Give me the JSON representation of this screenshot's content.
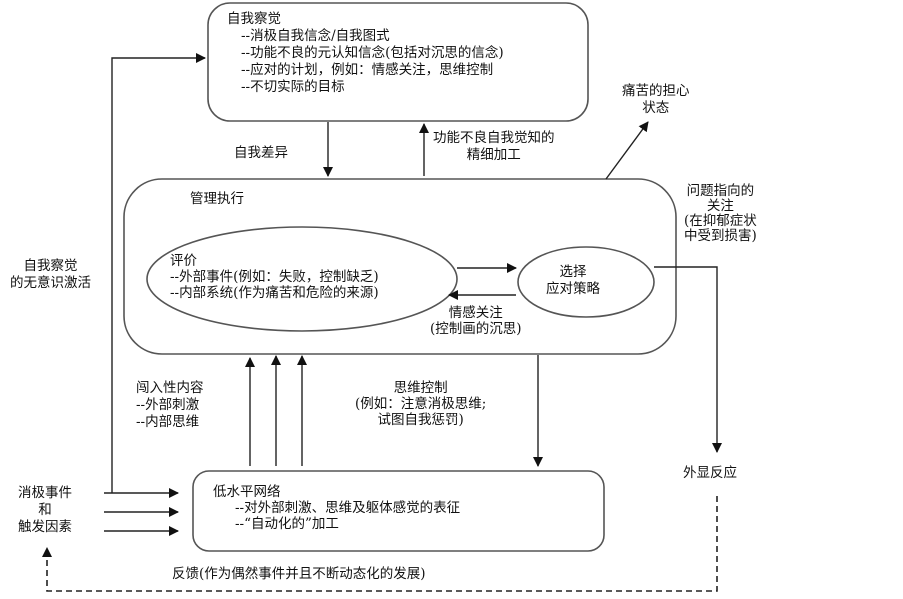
{
  "self_awareness": {
    "title": "自我察觉",
    "items": [
      "--消极自我信念/自我图式",
      "--功能不良的元认知信念(包括对沉思的信念)",
      "--应对的计划，例如：情感关注，思维控制",
      "--不切实际的目标"
    ]
  },
  "edge_self_discrepancy": "自我差异",
  "edge_elaboration": [
    "功能不良自我觉知的",
    "精细加工"
  ],
  "distress_state": [
    "痛苦的担心",
    "状态"
  ],
  "problem_focus": [
    "问题指向的",
    "关注",
    "(在抑郁症状",
    "中受到损害)"
  ],
  "executive": {
    "title": "管理执行",
    "appraisal": {
      "title": "评价",
      "items": [
        "--外部事件(例如：失败，控制缺乏)",
        "--内部系统(作为痛苦和危险的来源)"
      ]
    },
    "coping": [
      "选择",
      "应对策略"
    ],
    "emotion_focus": [
      "情感关注",
      "(控制画的沉思)"
    ]
  },
  "unconscious_activation": [
    "自我察觉",
    "的无意识激活"
  ],
  "intrusive": {
    "title": "闯入性内容",
    "items": [
      "--外部刺激",
      "--内部思维"
    ]
  },
  "thought_control": [
    "思维控制",
    "(例如：注意消极思维;",
    "试图自我惩罚)"
  ],
  "overt_response": "外显反应",
  "low_level": {
    "title": "低水平网络",
    "items": [
      "--对外部刺激、思维及躯体感觉的表征",
      "--“自动化的”加工"
    ]
  },
  "triggers": [
    "消极事件",
    "和",
    "触发因素"
  ],
  "feedback": "反馈(作为偶然事件并且不断动态化的发展)"
}
